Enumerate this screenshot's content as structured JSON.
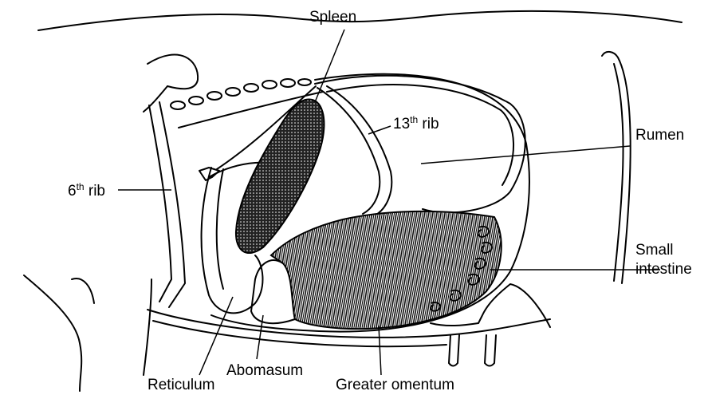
{
  "labels": {
    "spleen": "Spleen",
    "rib13_num": "13",
    "rib13_sup": "th",
    "rib13_word": " rib",
    "rib6_num": "6",
    "rib6_sup": "th",
    "rib6_word": " rib",
    "rumen": "Rumen",
    "small_intestine_1": "Small",
    "small_intestine_2": "intestine",
    "reticulum": "Reticulum",
    "abomasum": "Abomasum",
    "greater_omentum": "Greater omentum"
  },
  "colors": {
    "ink": "#000000",
    "background": "#ffffff",
    "spleen_fill": "#3a3a3a"
  }
}
